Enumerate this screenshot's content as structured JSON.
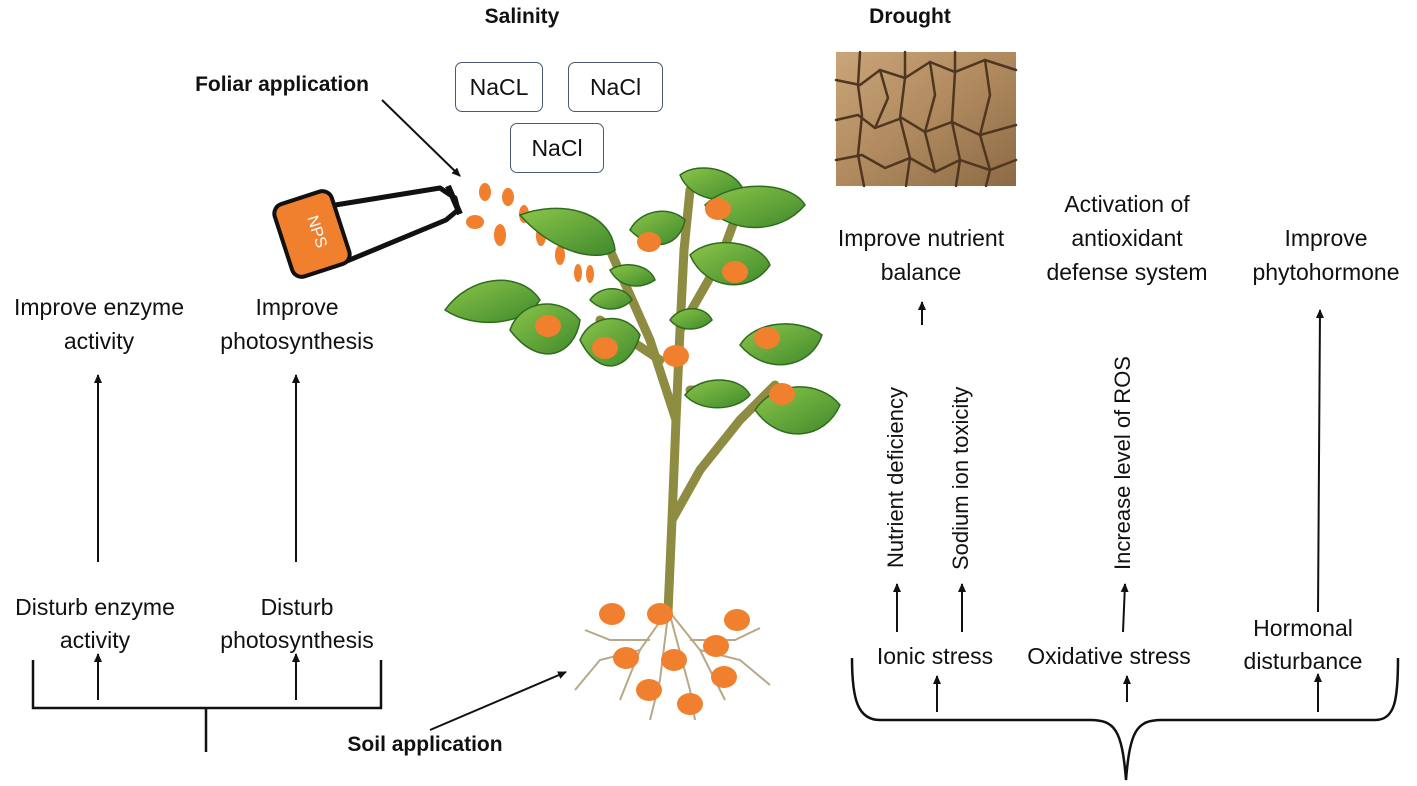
{
  "titles": {
    "salinity": "Salinity",
    "drought": "Drought",
    "foliar": "Foliar application",
    "soil": "Soil application"
  },
  "salts": [
    "NaCL",
    "NaCl",
    "NaCl"
  ],
  "bottle_label": "NPS",
  "left": {
    "improve_enzyme": [
      "Improve enzyme",
      "activity"
    ],
    "improve_photo": [
      "Improve",
      "photosynthesis"
    ],
    "disturb_enzyme": [
      "Disturb enzyme",
      "activity"
    ],
    "disturb_photo": [
      "Disturb",
      "photosynthesis"
    ]
  },
  "right": {
    "nutrient_balance": [
      "Improve nutrient",
      "balance"
    ],
    "antioxidant": [
      "Activation of",
      "antioxidant",
      "defense system"
    ],
    "phytohormone": [
      "Improve",
      "phytohormone"
    ],
    "nutrient_deficiency": "Nutrient deficiency",
    "sodium_toxicity": "Sodium ion toxicity",
    "ros": "Increase level of ROS",
    "ionic": "Ionic stress",
    "oxidative": "Oxidative stress",
    "hormonal": [
      "Hormonal",
      "disturbance"
    ]
  },
  "colors": {
    "nps_orange": "#F07F2E",
    "leaf_green": "#5FA63A",
    "stem": "#9C9A4A",
    "soil": "#B08A5E"
  }
}
